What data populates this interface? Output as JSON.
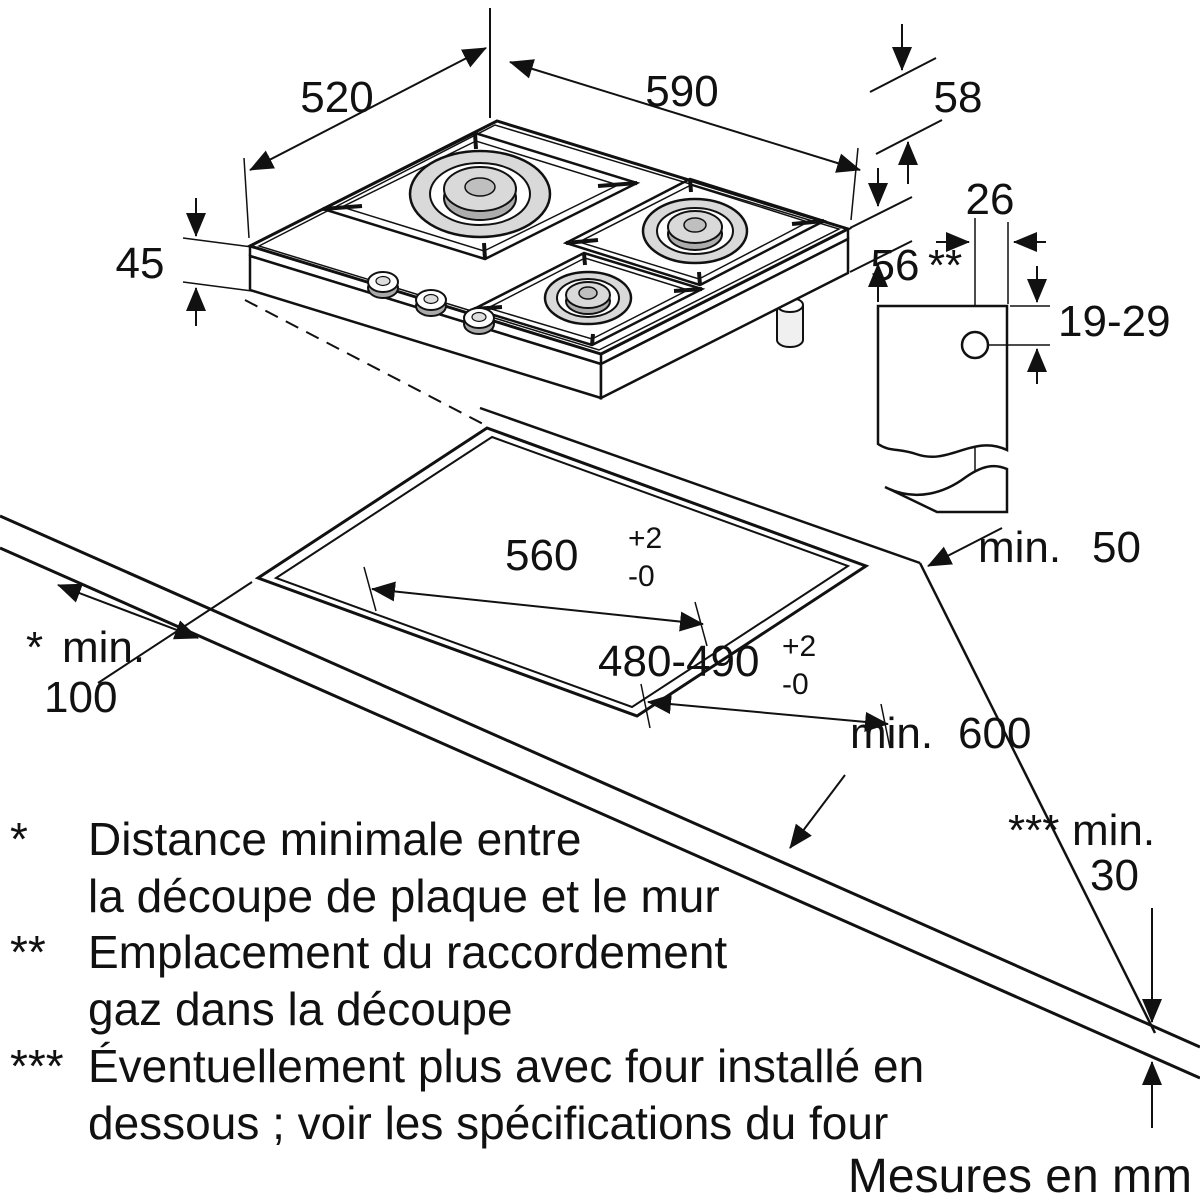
{
  "dims": {
    "d520": "520",
    "d590": "590",
    "d58": "58",
    "d45": "45",
    "d56": "56",
    "d56_note": "**",
    "d26": "26",
    "d19_29": "19-29",
    "cutout_width": {
      "value": "560",
      "tol_plus": "+2",
      "tol_minus": "-0"
    },
    "cutout_depth": {
      "value": "480-490",
      "tol_plus": "+2",
      "tol_minus": "-0"
    },
    "min50": {
      "label": "min.",
      "value": "50"
    },
    "min100": {
      "star": "*",
      "label": "min.",
      "value": "100"
    },
    "min600": {
      "label": "min.",
      "value": "600"
    },
    "min30": {
      "star": "***",
      "label": "min.",
      "value": "30"
    }
  },
  "legend": {
    "items": [
      {
        "marker": "*",
        "line1": "Distance minimale entre",
        "line2": "la découpe de plaque et le mur"
      },
      {
        "marker": "**",
        "line1": "Emplacement du raccordement",
        "line2": "gaz dans la découpe"
      },
      {
        "marker": "***",
        "line1": "Éventuellement plus avec four installé en",
        "line2": "dessous ; voir les spécifications du four"
      }
    ]
  },
  "footer": {
    "units_note": "Mesures en mm"
  }
}
